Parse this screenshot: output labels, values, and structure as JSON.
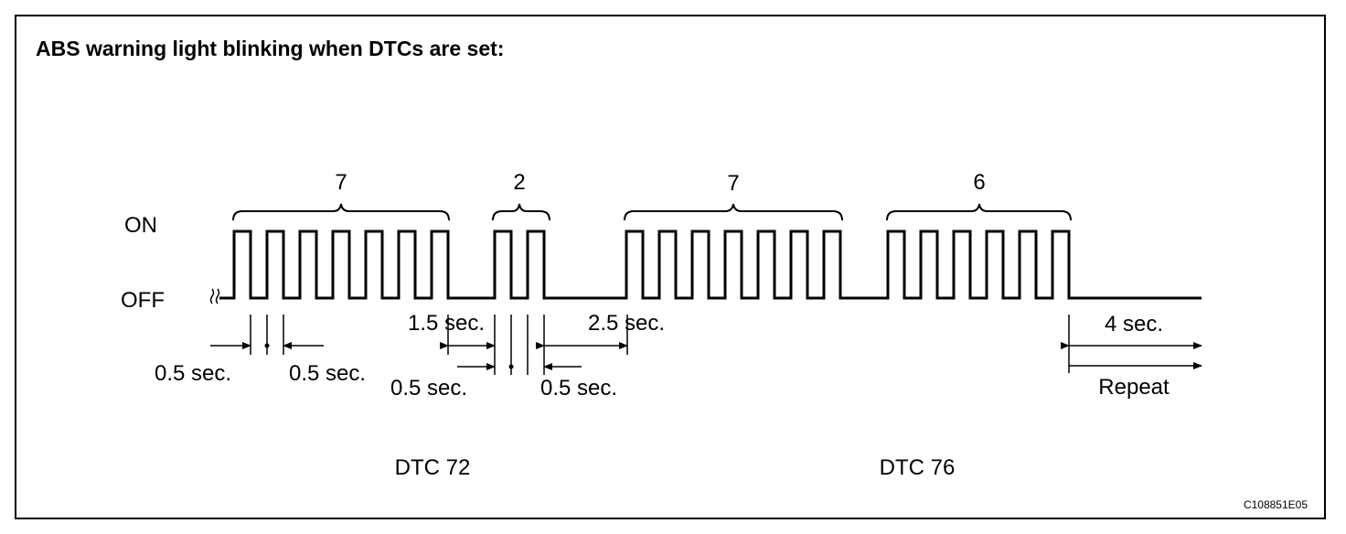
{
  "title": "ABS warning light blinking when DTCs are set:",
  "levels": {
    "on": "ON",
    "off": "OFF"
  },
  "groups": [
    {
      "count": "7"
    },
    {
      "count": "2"
    },
    {
      "count": "7"
    },
    {
      "count": "6"
    }
  ],
  "timings": {
    "pulse_on": "0.5 sec.",
    "pulse_off": "0.5 sec.",
    "digit_gap": "1.5 sec.",
    "code_gap": "2.5 sec.",
    "repeat_gap": "4 sec.",
    "pulse_on_2": "0.5 sec.",
    "pulse_off_2": "0.5 sec.",
    "repeat": "Repeat"
  },
  "dtc_labels": {
    "first": "DTC 72",
    "second": "DTC 76"
  },
  "figure_id": "C108851E05"
}
